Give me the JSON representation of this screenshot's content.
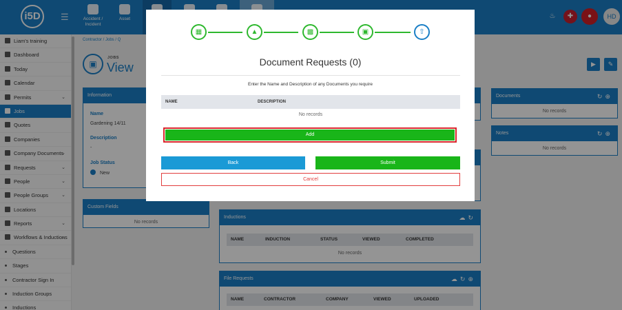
{
  "app": {
    "logo": "i5D",
    "user_initials": "HD"
  },
  "top_modules": [
    {
      "label": "Accident / Incident",
      "icon": "first-aid-icon"
    },
    {
      "label": "Asset",
      "icon": "asset-icon"
    },
    {
      "label": "",
      "icon": "module-icon"
    },
    {
      "label": "",
      "icon": "document-icon"
    },
    {
      "label": "",
      "icon": "search-icon"
    },
    {
      "label": "",
      "icon": "module-icon"
    }
  ],
  "sidebar": {
    "items": [
      {
        "label": "Liam's training",
        "icon": "flag-icon",
        "chev": false
      },
      {
        "label": "Dashboard",
        "icon": "dashboard-icon",
        "chev": false
      },
      {
        "label": "Today",
        "icon": "calendar-icon",
        "chev": false
      },
      {
        "label": "Calendar",
        "icon": "calendar-icon",
        "chev": false
      },
      {
        "label": "Permits",
        "icon": "permit-icon",
        "chev": true
      },
      {
        "label": "Jobs",
        "icon": "clipboard-icon",
        "chev": false,
        "active": true
      },
      {
        "label": "Quotes",
        "icon": "quote-icon",
        "chev": false
      },
      {
        "label": "Companies",
        "icon": "company-icon",
        "chev": false
      },
      {
        "label": "Company Documents",
        "icon": "folder-icon",
        "chev": true
      },
      {
        "label": "Requests",
        "icon": "request-icon",
        "chev": true
      },
      {
        "label": "People",
        "icon": "people-icon",
        "chev": true
      },
      {
        "label": "People Groups",
        "icon": "group-icon",
        "chev": true
      },
      {
        "label": "Locations",
        "icon": "location-icon",
        "chev": false
      },
      {
        "label": "Reports",
        "icon": "report-icon",
        "chev": true
      },
      {
        "label": "Workflows & Inductions",
        "icon": "workflow-icon",
        "chev": true
      },
      {
        "label": "Questions",
        "icon": "bullet-icon",
        "sub": true
      },
      {
        "label": "Stages",
        "icon": "bullet-icon",
        "sub": true
      },
      {
        "label": "Contractor Sign In",
        "icon": "bullet-icon",
        "sub": true
      },
      {
        "label": "Induction Groups",
        "icon": "bullet-icon",
        "sub": true
      },
      {
        "label": "Inductions",
        "icon": "bullet-icon",
        "sub": true
      }
    ]
  },
  "breadcrumb": "Contractor / Jobs / Q",
  "page": {
    "small": "JOBS",
    "title": "View"
  },
  "info_panel": {
    "title": "Information",
    "name_label": "Name",
    "name_value": "Gardening 14/11",
    "desc_label": "Description",
    "desc_value": "-",
    "status_label": "Job Status",
    "status_value": "New"
  },
  "custom_fields": {
    "title": "Custom Fields",
    "empty": "No records"
  },
  "documents_panel": {
    "title": "Documents",
    "empty": "No records"
  },
  "notes_panel": {
    "title": "Notes",
    "empty": "No records"
  },
  "inductions_panel": {
    "title": "Inductions",
    "columns": [
      "NAME",
      "INDUCTION",
      "STATUS",
      "VIEWED",
      "COMPLETED"
    ],
    "empty": "No records"
  },
  "file_requests_panel": {
    "title": "File Requests",
    "columns": [
      "NAME",
      "CONTRACTOR",
      "COMPANY",
      "VIEWED",
      "UPLOADED"
    ]
  },
  "modal": {
    "steps": [
      "calendar-icon",
      "hardhat-icon",
      "document-icon",
      "image-icon",
      "upload-icon"
    ],
    "title": "Document Requests (0)",
    "description": "Enter the Name and Description of any Documents you require",
    "columns": [
      "NAME",
      "DESCRIPTION"
    ],
    "empty": "No records",
    "add": "Add",
    "back": "Back",
    "submit": "Submit",
    "cancel": "Cancel"
  },
  "colors": {
    "primary": "#1a7fc6",
    "success": "#19b519",
    "danger": "#e23c3c",
    "highlight": "#d9262c"
  }
}
